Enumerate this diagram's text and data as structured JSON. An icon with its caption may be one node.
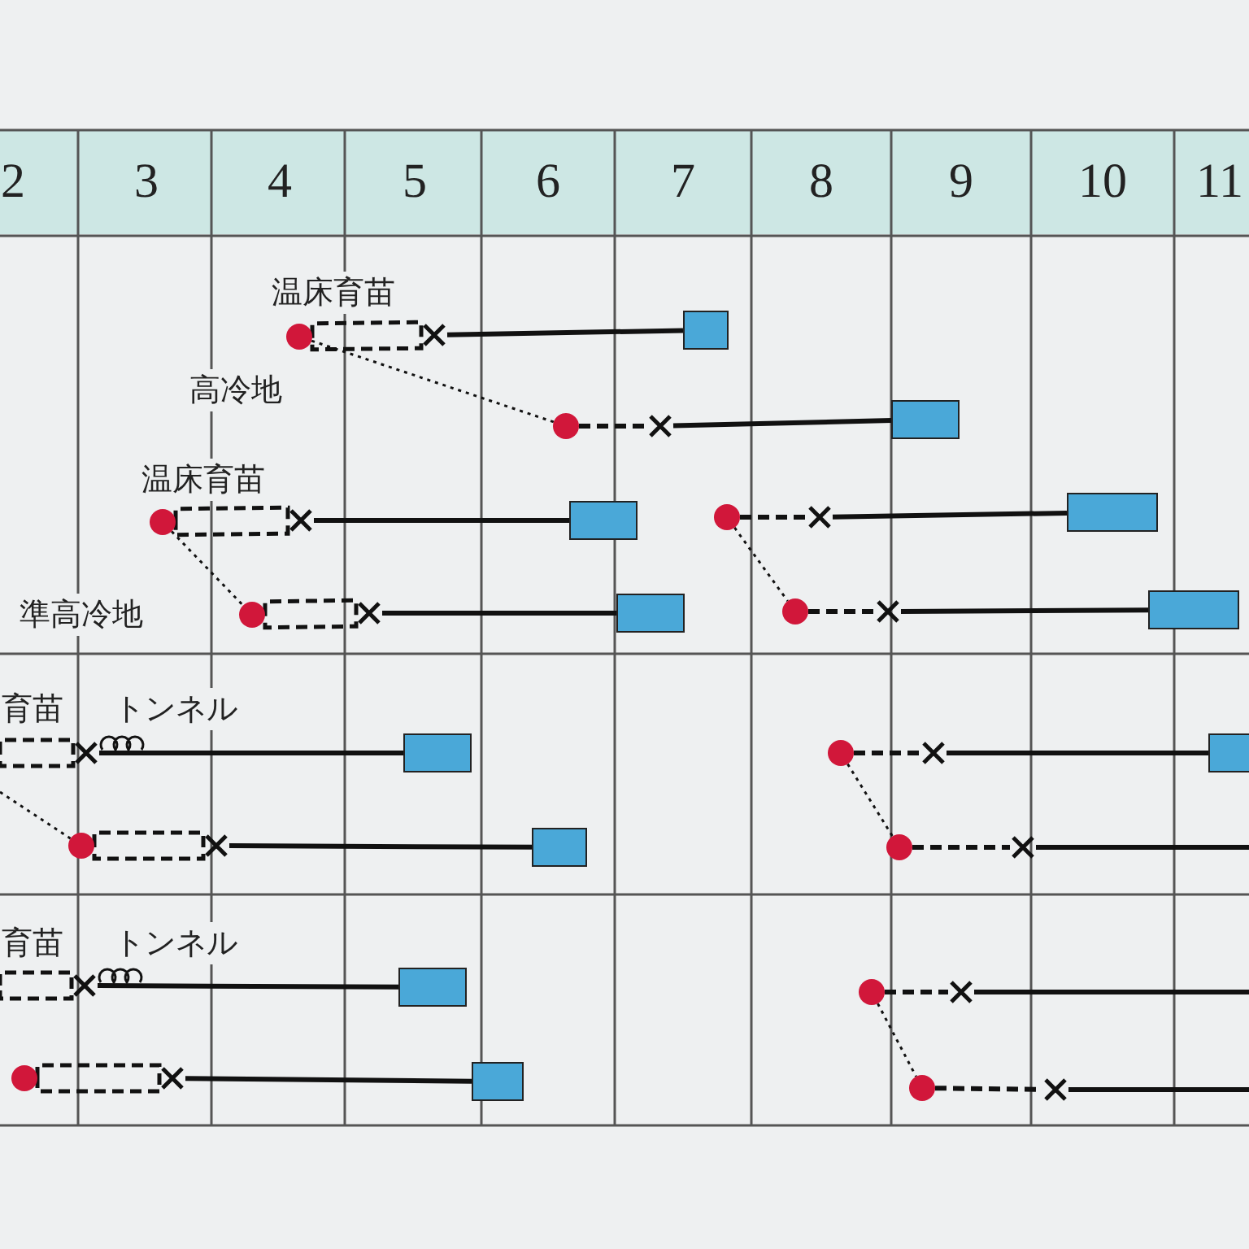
{
  "diagram": {
    "nodes": [
      {
        "text": [],
        "shape": "circle",
        "beside": [
          "温床育苗"
        ]
      },
      {
        "text": [],
        "shape": "cross"
      },
      {
        "text": [],
        "shape": "box"
      },
      {
        "text": [],
        "shape": "circle"
      },
      {
        "text": [],
        "shape": "cross"
      },
      {
        "text": [],
        "shape": "box"
      },
      {
        "text": [],
        "shape": "circle",
        "beside": [
          "温床育苗"
        ]
      },
      {
        "text": [],
        "shape": "cross"
      },
      {
        "text": [],
        "shape": "box"
      },
      {
        "text": [],
        "shape": "circle",
        "beside": [
          "準高冷地"
        ]
      },
      {
        "text": [],
        "shape": "cross"
      },
      {
        "text": [],
        "shape": "box"
      },
      {
        "text": [],
        "shape": "circle"
      },
      {
        "text": [],
        "shape": "cross"
      },
      {
        "text": [],
        "shape": "box"
      },
      {
        "text": [],
        "shape": "circle"
      },
      {
        "text": [],
        "shape": "cross"
      },
      {
        "text": [],
        "shape": "box"
      },
      {
        "text": [],
        "shape": "cross",
        "beside": [
          "育苗",
          "トンネル"
        ]
      },
      {
        "text": [],
        "shape": "box"
      },
      {
        "text": [],
        "shape": "circle"
      },
      {
        "text": [],
        "shape": "cross"
      },
      {
        "text": [],
        "shape": "box"
      },
      {
        "text": [],
        "shape": "circle"
      },
      {
        "text": [],
        "shape": "cross"
      },
      {
        "text": [],
        "shape": "box"
      },
      {
        "text": [],
        "shape": "circle"
      },
      {
        "text": [],
        "shape": "cross"
      },
      {
        "text": [],
        "shape": "cross",
        "beside": [
          "育苗",
          "トンネル"
        ]
      },
      {
        "text": [],
        "shape": "box"
      },
      {
        "text": [],
        "shape": "circle"
      },
      {
        "text": [],
        "shape": "cross"
      },
      {
        "text": [],
        "shape": "box"
      },
      {
        "text": [],
        "shape": "circle"
      },
      {
        "text": [],
        "shape": "cross"
      },
      {
        "text": [],
        "shape": "circle"
      },
      {
        "text": [],
        "shape": "cross"
      }
    ],
    "edges": [
      {
        "from": 0,
        "to": 1,
        "arrow": "none",
        "style": "dashed"
      },
      {
        "from": 1,
        "to": 2,
        "arrow": "none"
      },
      {
        "from": 0,
        "to": 3,
        "arrow": "none",
        "style": "dashed"
      },
      {
        "from": 3,
        "to": 4,
        "arrow": "none",
        "style": "dashed"
      },
      {
        "from": 4,
        "to": 5,
        "arrow": "none"
      },
      {
        "from": 6,
        "to": 7,
        "arrow": "none",
        "style": "dashed"
      },
      {
        "from": 7,
        "to": 8,
        "arrow": "none"
      },
      {
        "from": 6,
        "to": 9,
        "arrow": "none",
        "style": "dashed"
      },
      {
        "from": 9,
        "to": 10,
        "arrow": "none",
        "style": "dashed"
      },
      {
        "from": 10,
        "to": 11,
        "arrow": "none"
      },
      {
        "from": 12,
        "to": 13,
        "arrow": "none",
        "style": "dashed"
      },
      {
        "from": 13,
        "to": 14,
        "arrow": "none"
      },
      {
        "from": 12,
        "to": 15,
        "arrow": "none",
        "style": "dashed"
      },
      {
        "from": 15,
        "to": 16,
        "arrow": "none",
        "style": "dashed"
      },
      {
        "from": 16,
        "to": 17,
        "arrow": "none"
      },
      {
        "from": null,
        "to": 18,
        "arrow": "none",
        "style": "dashed"
      },
      {
        "from": 18,
        "to": 19,
        "arrow": "none"
      },
      {
        "from": null,
        "to": 20,
        "arrow": "none",
        "style": "dashed"
      },
      {
        "from": 20,
        "to": 21,
        "arrow": "none",
        "style": "dashed"
      },
      {
        "from": 21,
        "to": 22,
        "arrow": "none"
      },
      {
        "from": 23,
        "to": 24,
        "arrow": "none",
        "style": "dashed"
      },
      {
        "from": 24,
        "to": 25,
        "arrow": "none"
      },
      {
        "from": 23,
        "to": 26,
        "arrow": "none",
        "style": "dashed"
      },
      {
        "from": 26,
        "to": 27,
        "arrow": "none",
        "style": "dashed"
      },
      {
        "from": 27,
        "to": null,
        "arrow": "none"
      },
      {
        "from": null,
        "to": 28,
        "arrow": "none",
        "style": "dashed"
      },
      {
        "from": 28,
        "to": 29,
        "arrow": "none"
      },
      {
        "from": 30,
        "to": 31,
        "arrow": "none",
        "style": "dashed"
      },
      {
        "from": 31,
        "to": 32,
        "arrow": "none"
      },
      {
        "from": 33,
        "to": 34,
        "arrow": "none",
        "style": "dashed"
      },
      {
        "from": 34,
        "to": null,
        "arrow": "none"
      },
      {
        "from": 33,
        "to": 35,
        "arrow": "none",
        "style": "dashed"
      },
      {
        "from": 35,
        "to": 36,
        "arrow": "none",
        "style": "dashed"
      },
      {
        "from": 36,
        "to": null,
        "arrow": "none"
      }
    ],
    "labels": [
      "2",
      "3",
      "4",
      "5",
      "6",
      "7",
      "8",
      "9",
      "10",
      "11",
      "高冷地"
    ]
  }
}
